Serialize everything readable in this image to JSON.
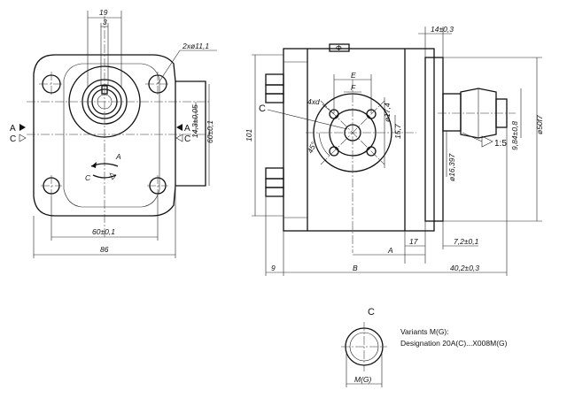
{
  "front_view": {
    "dim_19": "19",
    "dim_3": "3",
    "dim_holes": "2xø11,1",
    "label_A": "A",
    "label_C": "C",
    "dim_14_3": "14,3±0,05",
    "dim_60_v": "60±0,1",
    "dim_60_h": "60±0,1",
    "dim_86": "86",
    "dim_101": "101",
    "rotation_A": "A",
    "rotation_C": "C"
  },
  "side_view": {
    "dim_14": "14±0,3",
    "dim_E": "E",
    "dim_F": "F",
    "dim_4xd": "4xd",
    "label_C": "C",
    "dim_17_4": "ø17,4",
    "dim_15_7": "15,7",
    "dim_45": "45°",
    "dim_9_84": "9,84±0,8",
    "dim_taper": "1:5",
    "dim_16_397": "ø16,397",
    "dim_50f7": "ø50f7",
    "dim_17": "17",
    "dim_7_2": "7,2±0,1",
    "dim_A": "A",
    "dim_9": "9",
    "dim_B": "B",
    "dim_40_2": "40,2±0,3"
  },
  "detail": {
    "label": "C",
    "dim_M": "M(G)",
    "variants_line1": "Variants M(G):",
    "variants_line2": "Designation 20A(C)...X008M(G)"
  }
}
